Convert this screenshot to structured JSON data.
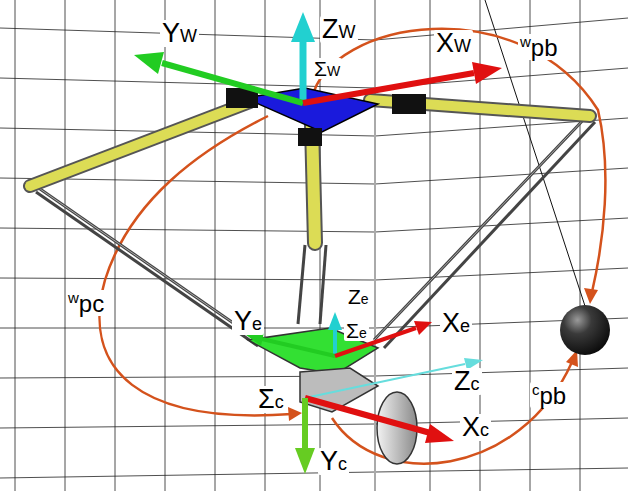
{
  "diagram": {
    "labels": [
      "YW",
      "ZW",
      "ΣW",
      "XW",
      "wpb",
      "wpc",
      "Ye",
      "Ze",
      "Σe",
      "Xe",
      "cpb",
      "Σc",
      "Zc",
      "Xc",
      "Yc"
    ]
  }
}
